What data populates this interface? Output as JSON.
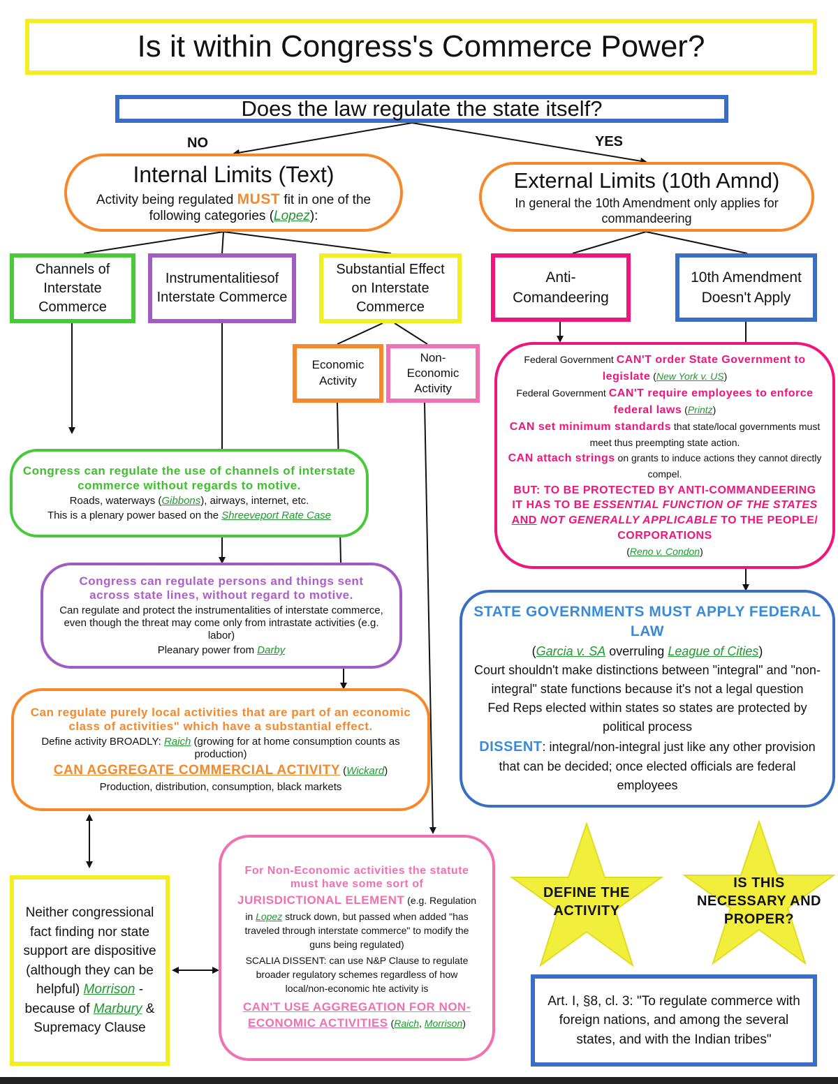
{
  "title": "Is it within Congress's Commerce Power?",
  "question": "Does the law regulate the state itself?",
  "labels": {
    "no": "NO",
    "yes": "YES"
  },
  "internal": {
    "title": "Internal Limits (Text)",
    "desc_a": "Activity being regulated ",
    "desc_must": "MUST",
    "desc_b": " fit in one of the following categories (",
    "desc_case": "Lopez",
    "desc_c": "):"
  },
  "external": {
    "title": "External Limits (10th Amnd)",
    "desc": "In general the 10th Amendment only applies for commandeering"
  },
  "categories": {
    "channels": "Channels of Interstate Commerce",
    "instrumentalities": "Instrumentalitiesof Interstate Commerce",
    "substantial": "Substantial Effect on Interstate Commerce",
    "economic": "Economic Activity",
    "noneconomic": "Non-Economic Activity",
    "anticommandeering": "Anti-Comandeering",
    "tenth_na": "10th Amendment Doesn't Apply"
  },
  "channels_rule": {
    "head": "Congress can regulate the use of channels of interstate commerce without regards to motive.",
    "l1_a": "Roads, waterways (",
    "l1_case": "Gibbons",
    "l1_b": "), airways, internet, etc.",
    "l2_a": "This is a plenary power based on the ",
    "l2_case": "Shreeveport Rate Case"
  },
  "instr_rule": {
    "head": "Congress can regulate persons and things sent across state lines, without regard to motive.",
    "body": "Can regulate and protect the instrumentalities of interstate commerce, even though the threat may come only from intrastate activities (e.g. labor)",
    "l2_a": "Pleanary power from ",
    "l2_case": "Darby"
  },
  "econ_rule": {
    "head": "Can regulate purely local activities that are part of an economic class of activities\" which have a substantial effect.",
    "l1_a": "Define activity BROADLY: ",
    "l1_case": "Raich",
    "l1_b": " (growing for at home consumption counts as production)",
    "agg": "CAN AGGREGATE COMMERCIAL ACTIVITY",
    "agg_a": " (",
    "agg_case": "Wickard",
    "agg_b": ")",
    "l3": "Production, distribution, consumption, black markets"
  },
  "neither": {
    "text": "Neither congressional fact finding nor state support are dispositive (although they can be helpful)",
    "case1": "Morrison",
    "mid": " - because of ",
    "case2": "Marbury",
    "end": " & Supremacy Clause"
  },
  "nonecon_rule": {
    "head": "For Non-Economic activities the statute must have some sort of",
    "jur": "JURISDICTIONAL ELEMENT",
    "l1_a": " (e.g. Regulation in ",
    "l1_case": "Lopez",
    "l1_b": " struck down, but passed when added \"has traveled through interstate commerce\" to modify the guns being regulated)",
    "scalia": "SCALIA DISSENT: can use N&P Clause to regulate broader regulatory schemes regardless of how local/non-economic hte activity is",
    "cant": "CAN'T USE AGGREGATION FOR NON-ECONOMIC ACTIVITIES",
    "cant_a": " (",
    "cant_case1": "Raich",
    "cant_sep": ", ",
    "cant_case2": "Morrison",
    "cant_b": ")"
  },
  "fedgov": {
    "l1_a": "Federal Government ",
    "l1_em": "CAN'T order State Government to legislate",
    "l1_b": " (",
    "l1_case": "New York v. US",
    "l1_c": ")",
    "l2_a": "Federal Government ",
    "l2_em": "CAN'T require employees to enforce federal laws",
    "l2_b": " (",
    "l2_case": "Printz",
    "l2_c": ")",
    "l3_em": "CAN set  minimum standards",
    "l3_b": " that state/local governments must meet thus preempting state action.",
    "l4_em": "CAN attach strings",
    "l4_b": " on grants to induce actions they cannot directly compel.",
    "but_a": "BUT: TO BE PROTECTED BY ANTI-COMMANDEERING IT HAS TO BE ",
    "but_essential": "ESSENTIAL FUNCTION OF THE STATES",
    "but_and": "AND",
    "but_not": " NOT ",
    "but_gen": "GENERALLY APPLICABLE",
    "but_b": " TO THE PEOPLE/ CORPORATIONS",
    "case_a": "(",
    "case": "Reno v. Condon",
    "case_b": ")"
  },
  "state_gov": {
    "head": "STATE GOVERNMENTS MUST APPLY FEDERAL LAW",
    "l1_a": "(",
    "l1_case1": "Garcia v. SA",
    "l1_mid": " overruling ",
    "l1_case2": "League of Cities",
    "l1_b": ")",
    "l2": "Court shouldn't make distinctions between \"integral\" and \"non-integral\" state functions because it's not a legal question",
    "l3": "Fed Reps elected within states so states are protected by political process",
    "dissent": "DISSENT",
    "dissent_b": ": integral/non-integral just like any other provision that can be decided; once elected officials are federal employees"
  },
  "stars": {
    "define": "DEFINE THE ACTIVITY",
    "necessary": "IS THIS NECESSARY AND PROPER?"
  },
  "article": "Art. I, §8, cl. 3: \"To regulate commerce with foreign nations, and among the several states, and with the Indian tribes\"",
  "colors": {
    "yellow": "#f2ee22",
    "blue": "#3a6ec4",
    "orange": "#f7882a",
    "green": "#47c93a",
    "purple": "#a05cc0",
    "pink": "#f070b0",
    "magenta": "#f0157a"
  }
}
